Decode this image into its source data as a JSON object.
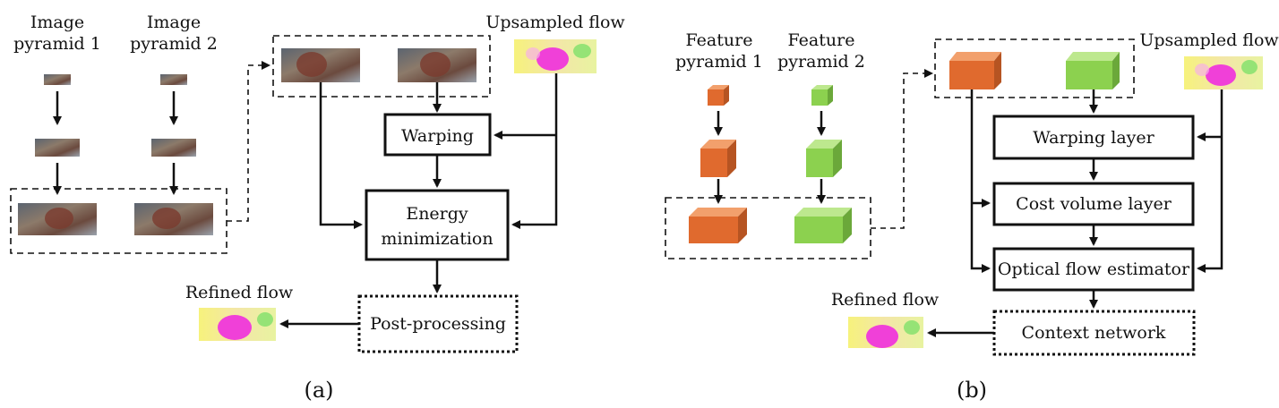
{
  "panel_a": {
    "pyramid1_line1": "Image",
    "pyramid1_line2": "pyramid 1",
    "pyramid2_line1": "Image",
    "pyramid2_line2": "pyramid 2",
    "upsampled_flow": "Upsampled flow",
    "warping": "Warping",
    "energy_line1": "Energy",
    "energy_line2": "minimization",
    "post_processing": "Post-processing",
    "refined_flow": "Refined flow",
    "caption": "(a)"
  },
  "panel_b": {
    "pyramid1_line1": "Feature",
    "pyramid1_line2": "pyramid 1",
    "pyramid2_line1": "Feature",
    "pyramid2_line2": "pyramid 2",
    "upsampled_flow": "Upsampled flow",
    "warping_layer": "Warping layer",
    "cost_volume_layer": "Cost volume layer",
    "optical_flow_estimator": "Optical flow estimator",
    "context_network": "Context network",
    "refined_flow": "Refined flow",
    "caption": "(b)"
  },
  "colors": {
    "orange_front": "#E06A2E",
    "orange_top": "#F2A06C",
    "orange_side": "#B65422",
    "green_front": "#8CD14F",
    "green_top": "#BDE88E",
    "green_side": "#6BA83A",
    "flow_yellow": "#F4EE82",
    "flow_magenta": "#F040D8"
  }
}
